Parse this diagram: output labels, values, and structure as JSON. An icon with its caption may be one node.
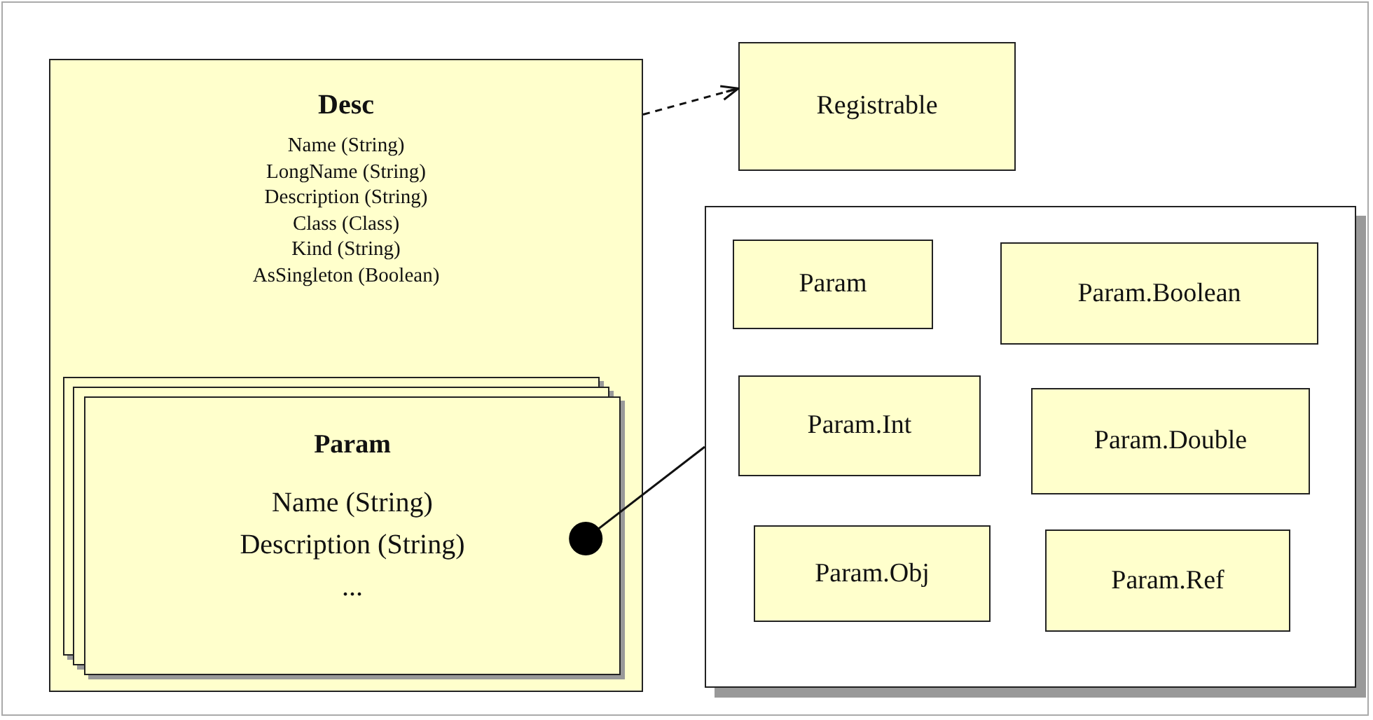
{
  "diagram": {
    "nodes": [
      {
        "text": [
          "Desc",
          "Name (String)",
          "LongName (String)",
          "Description (String)",
          "Class (Class)",
          "Kind (String)",
          "AsSingleton (Boolean)"
        ]
      },
      {
        "text": [
          "Param",
          "Name (String)",
          "Description (String)",
          "..."
        ],
        "in": 0
      },
      {
        "text": [
          "Registrable"
        ]
      },
      {
        "text": [],
        "shape": "box"
      },
      {
        "text": [
          "Param"
        ],
        "in": 3
      },
      {
        "text": [
          "Param.Boolean"
        ],
        "in": 3
      },
      {
        "text": [
          "Param.Int"
        ],
        "in": 3
      },
      {
        "text": [
          "Param.Double"
        ],
        "in": 3
      },
      {
        "text": [
          "Param.Obj"
        ],
        "in": 3
      },
      {
        "text": [
          "Param.Ref"
        ],
        "in": 3
      }
    ],
    "edges": [
      {
        "from": 0,
        "to": 2,
        "arrow": "to",
        "style": "dashed"
      },
      {
        "from": 1,
        "to": 3,
        "arrow": "other"
      }
    ]
  }
}
